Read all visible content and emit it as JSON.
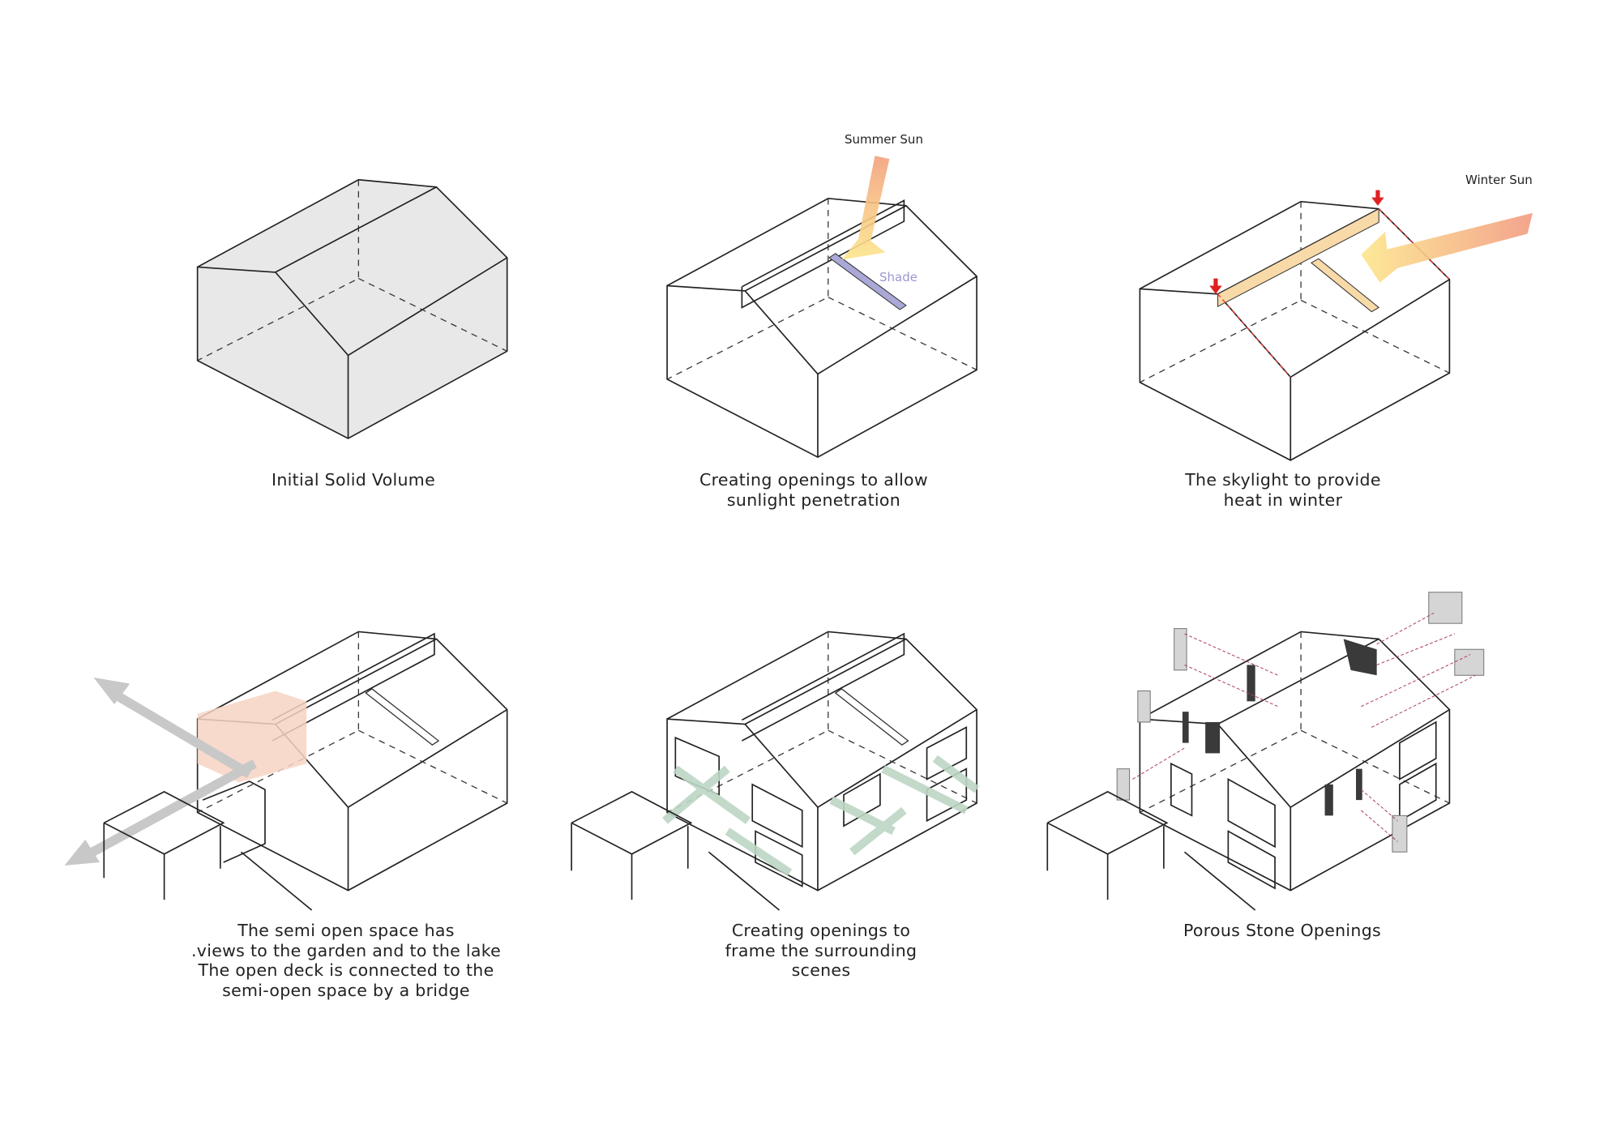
{
  "panels": [
    {
      "caption": [
        "Initial Solid Volume"
      ]
    },
    {
      "caption": [
        "Creating openings to allow",
        "sunlight penetration"
      ],
      "labels": {
        "sun": "Summer Sun",
        "shade": "Shade"
      }
    },
    {
      "caption": [
        "The skylight to provide",
        "heat in winter"
      ],
      "labels": {
        "sun": "Winter Sun"
      }
    },
    {
      "caption": [
        "The semi open space has",
        ".views to the garden and to the lake",
        "The open deck is connected to the",
        "semi-open space by a bridge"
      ]
    },
    {
      "caption": [
        "Creating openings to",
        "frame the surrounding",
        "scenes"
      ]
    },
    {
      "caption": [
        "Porous Stone Openings"
      ]
    }
  ],
  "colors": {
    "volume_fill": "#e8e8e8",
    "shade": "#a9a8d6",
    "shade_text": "#9a98d0",
    "skylight": "#f8d9a8",
    "sun_start": "#fde38a",
    "sun_end": "#f0a080",
    "semi_open": "#f7d3c3",
    "view_arrow": "#c8c8c8",
    "green_arrow": "#bcd6c4",
    "red_marker": "#e02020"
  }
}
